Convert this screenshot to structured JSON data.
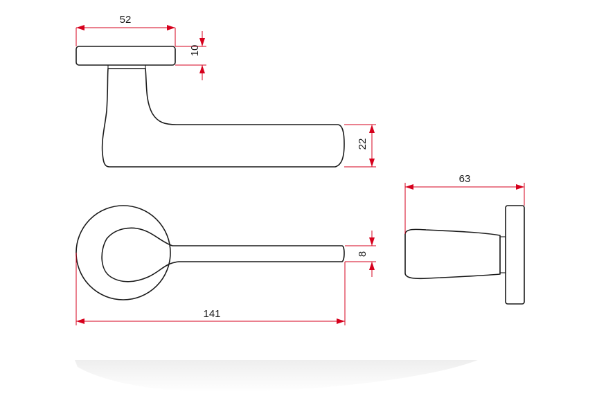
{
  "dimensions": {
    "rose_width": "52",
    "rose_thickness": "10",
    "lever_height": "22",
    "lever_thickness": "8",
    "lever_length": "141",
    "projection": "63"
  },
  "colors": {
    "outline": "#1a1a1a",
    "dimension_line": "#d6001c",
    "background": "#ffffff"
  }
}
